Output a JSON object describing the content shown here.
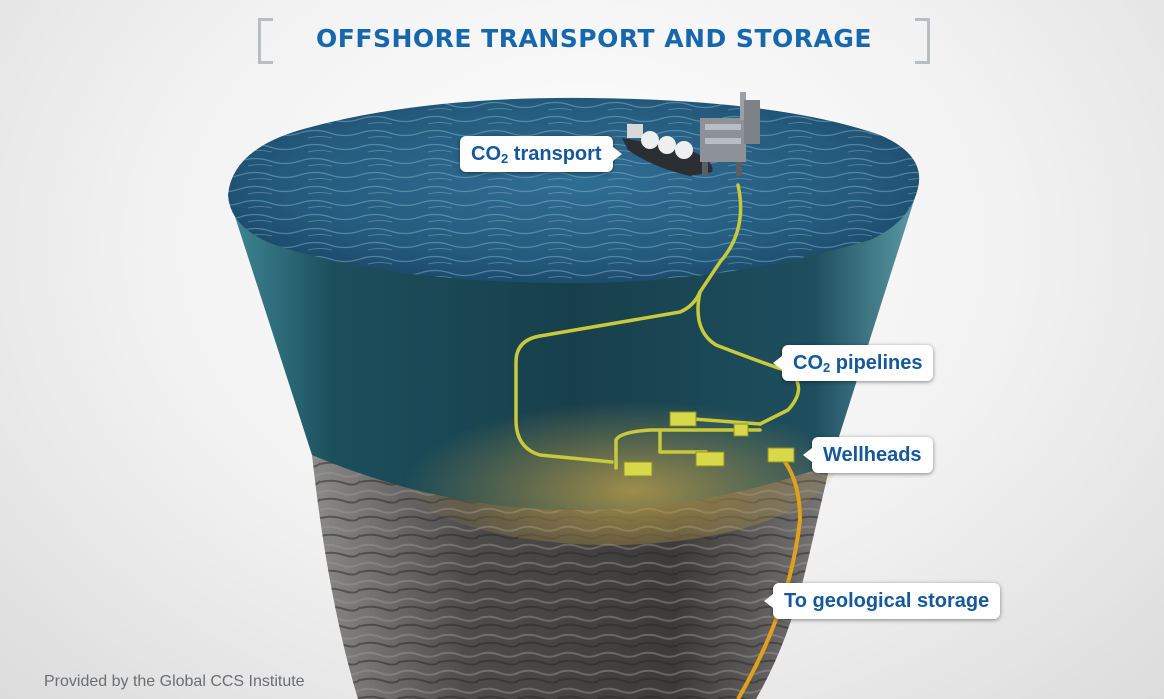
{
  "title": "OFFSHORE TRANSPORT AND STORAGE",
  "labels": {
    "co2_transport": {
      "prefix": "CO",
      "subscript": "2",
      "suffix": " transport"
    },
    "co2_pipelines": {
      "prefix": "CO",
      "subscript": "2",
      "suffix": " pipelines"
    },
    "wellheads": "Wellheads",
    "geological_storage": "To geological storage"
  },
  "credit": "Provided by the Global CCS Institute",
  "colors": {
    "title": "#1667ad",
    "label_text": "#15589c",
    "sea_surface": "#2f6b8e",
    "water": "#1f5a6a",
    "pipeline": "#c9c93c",
    "well_pipe": "#e0a11e",
    "rock": "#6f6f6f",
    "bracket": "#b9bcc0"
  },
  "icons": [
    "ship-icon",
    "platform-icon",
    "wellhead-icon"
  ]
}
